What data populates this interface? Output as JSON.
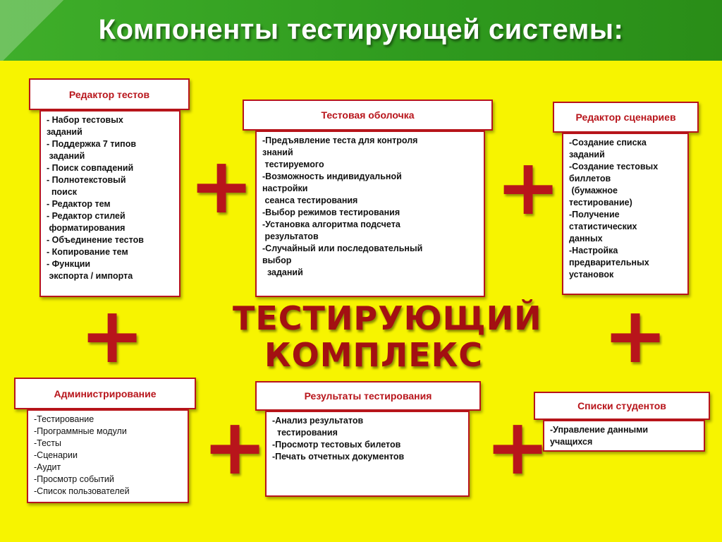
{
  "title": "Компоненты тестирующей системы:",
  "center": {
    "line1": "ТЕСТИРУЮЩИЙ",
    "line2": "КОМПЛЕКС"
  },
  "plus_symbol": "+",
  "colors": {
    "accent": "#b8151b",
    "background": "#f7f400",
    "header": "#3fae2a"
  },
  "boxes": {
    "test_editor": {
      "heading": "Редактор тестов",
      "lines": [
        "- Набор тестовых",
        "заданий",
        "- Поддержка 7 типов",
        " заданий",
        "- Поиск совпадений",
        "- Полнотекстовый",
        "  поиск",
        "- Редактор тем",
        "- Редактор стилей",
        " форматирования",
        "- Объединение тестов",
        "- Копирование тем",
        "- Функции",
        " экспорта / импорта"
      ]
    },
    "test_shell": {
      "heading": "Тестовая оболочка",
      "lines": [
        "-Предъявление теста для контроля",
        "знаний",
        " тестируемого",
        "-Возможность индивидуальной",
        "настройки",
        " сеанса тестирования",
        "-Выбор режимов тестирования",
        "-Установка алгоритма подсчета",
        " результатов",
        "-Случайный или последовательный",
        "выбор",
        "  заданий"
      ]
    },
    "scenario_editor": {
      "heading": "Редактор сценариев",
      "lines": [
        "-Создание списка",
        "заданий",
        "-Создание тестовых",
        "биллетов",
        " (бумажное",
        "тестирование)",
        "-Получение",
        "статистических",
        "данных",
        "-Настройка",
        "предварительных",
        "установок"
      ]
    },
    "administration": {
      "heading": "Администрирование",
      "lines": [
        "-Тестирование",
        "-Программные модули",
        "-Тесты",
        "-Сценарии",
        "-Аудит",
        "-Просмотр событий",
        "-Список пользователей"
      ]
    },
    "results": {
      "heading": "Результаты тестирования",
      "lines": [
        "-Анализ результатов",
        "  тестирования",
        "-Просмотр тестовых билетов",
        "-Печать отчетных документов"
      ]
    },
    "students": {
      "heading": "Списки студентов",
      "lines": [
        "-Управление данными",
        "учащихся"
      ]
    }
  }
}
